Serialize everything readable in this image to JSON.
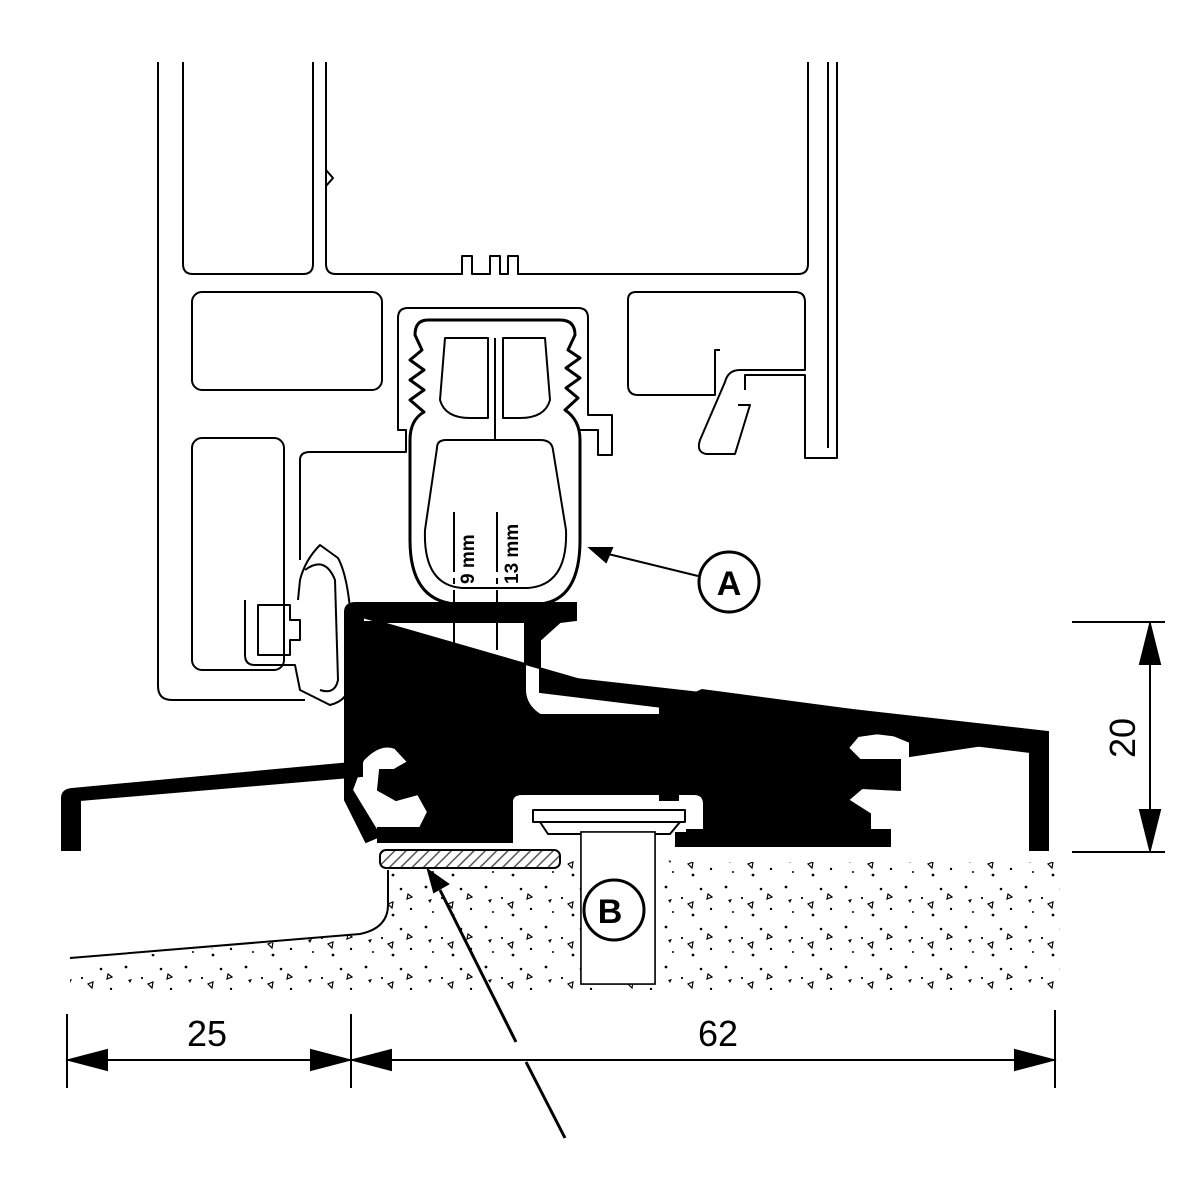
{
  "callouts": {
    "a": "A",
    "b": "B"
  },
  "gauge": {
    "left": "9 mm",
    "right": "13 mm"
  },
  "dimensions": {
    "height": "20",
    "left_width": "25",
    "right_width": "62"
  },
  "colors": {
    "line": "#000000",
    "background": "#ffffff",
    "hatch": "#555555"
  }
}
